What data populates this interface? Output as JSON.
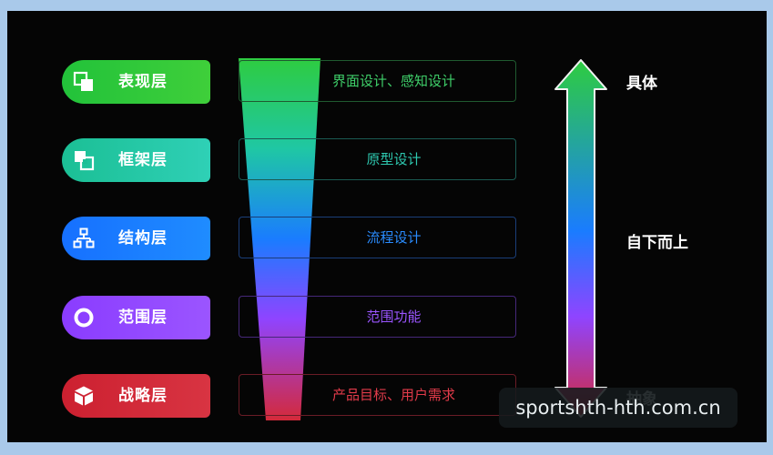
{
  "layers": [
    {
      "label": "表现层",
      "desc": "界面设计、感知设计",
      "color": "#2ecc40",
      "text_color": "#3fd06a",
      "border_color": "#1f5a30",
      "icon": "overlap-squares-icon"
    },
    {
      "label": "框架层",
      "desc": "原型设计",
      "color": "#20c8a8",
      "text_color": "#2ec9b0",
      "border_color": "#1a5a52",
      "icon": "stacked-squares-icon"
    },
    {
      "label": "结构层",
      "desc": "流程设计",
      "color": "#1a7cff",
      "text_color": "#2a8cff",
      "border_color": "#1a3e78",
      "icon": "hierarchy-icon"
    },
    {
      "label": "范围层",
      "desc": "范围功能",
      "color": "#8f44ff",
      "text_color": "#9a55ff",
      "border_color": "#46287a",
      "icon": "ring-icon"
    },
    {
      "label": "战略层",
      "desc": "产品目标、用户需求",
      "color": "#d42a3a",
      "text_color": "#e23b4a",
      "border_color": "#6a1c26",
      "icon": "cube-icon"
    }
  ],
  "axis": {
    "top": "具体",
    "middle": "自下而上",
    "bottom": "抽象"
  },
  "watermark": "sportshth-hth.com.cn"
}
